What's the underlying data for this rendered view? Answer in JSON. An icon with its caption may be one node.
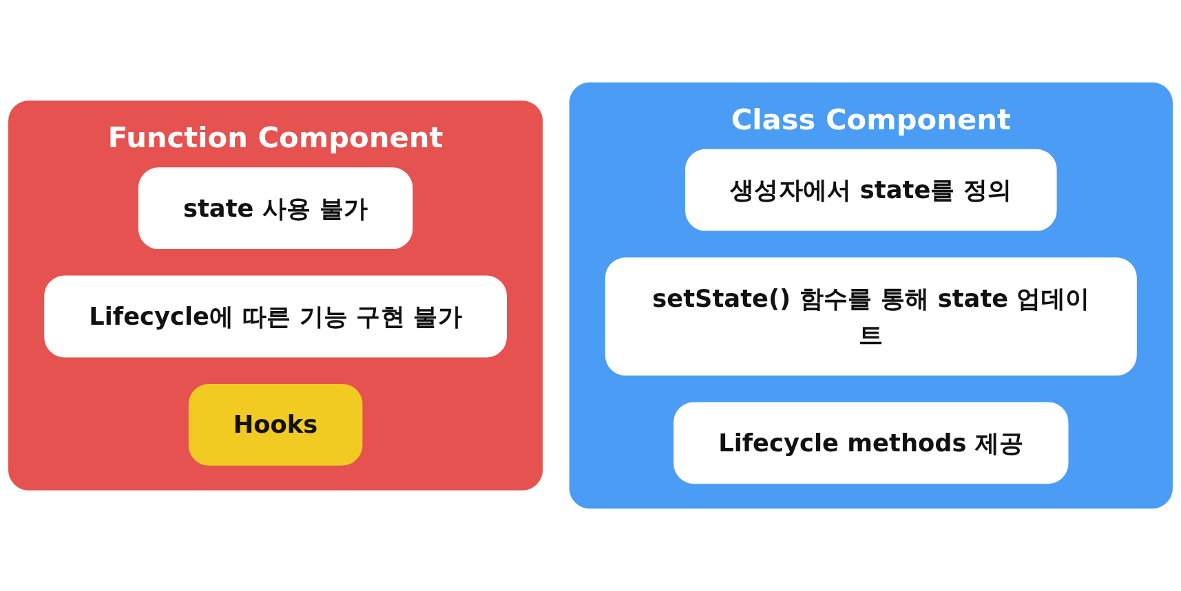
{
  "diagram": {
    "nodes": [
      {
        "text": [
          "Function Component"
        ]
      },
      {
        "text": [
          "state 사용 불가"
        ],
        "in": 0
      },
      {
        "text": [
          "Lifecycle에 따른 기능 구현 불가"
        ],
        "in": 0
      },
      {
        "text": [
          "Hooks"
        ],
        "in": 0
      },
      {
        "text": [
          "Class Component"
        ]
      },
      {
        "text": [
          "생성자에서 state를 정의"
        ],
        "in": 4
      },
      {
        "text": [
          "setState() 함수를 통해 state 업데이트"
        ],
        "in": 4
      },
      {
        "text": [
          "Lifecycle methods 제공"
        ],
        "in": 4
      }
    ],
    "edges": []
  }
}
